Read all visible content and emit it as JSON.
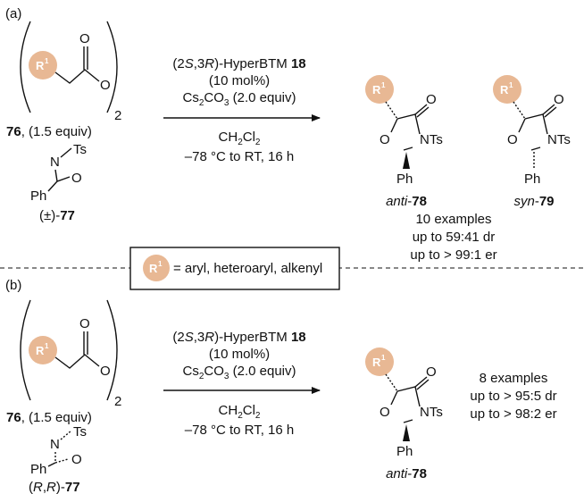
{
  "panel_a": {
    "label": "(a)",
    "anhydride": {
      "r_group": "R",
      "r_sup": "1",
      "oxygen": "O",
      "carbonyl_o": "O",
      "subscript": "2",
      "compound": "76",
      "equiv": ", (1.5 equiv)"
    },
    "oxaziridine": {
      "n": "N",
      "ts": "Ts",
      "o": "O",
      "ph": "Ph",
      "prefix": "(±)-",
      "compound": "77"
    },
    "conditions": {
      "catalyst_a": "(2",
      "catalyst_b": "S",
      "catalyst_c": ",3",
      "catalyst_d": "R",
      "catalyst_e": ")-HyperBTM ",
      "catalyst_num": "18",
      "loading": "(10 mol%)",
      "base_a": "Cs",
      "base_sub1": "2",
      "base_b": "CO",
      "base_sub2": "3",
      "base_c": " (2.0 equiv)",
      "solvent_a": "CH",
      "solvent_sub1": "2",
      "solvent_b": "Cl",
      "solvent_sub2": "2",
      "temp": "–78 °C to RT, 16 h"
    },
    "product_anti": {
      "r_group": "R",
      "r_sup": "1",
      "o_ring": "O",
      "nts": "NTs",
      "carbonyl": "O",
      "ph": "Ph",
      "prefix": "anti",
      "compound": "78"
    },
    "product_syn": {
      "r_group": "R",
      "r_sup": "1",
      "o_ring": "O",
      "nts": "NTs",
      "carbonyl": "O",
      "ph": "Ph",
      "prefix": "syn",
      "compound": "79"
    },
    "results": [
      "10 examples",
      "up to 59:41 dr",
      "up to > 99:1 er"
    ]
  },
  "legend": {
    "r_group": "R",
    "r_sup": "1",
    "text": "= aryl, heteroaryl, alkenyl"
  },
  "panel_b": {
    "label": "(b)",
    "anhydride": {
      "r_group": "R",
      "r_sup": "1",
      "oxygen": "O",
      "carbonyl_o": "O",
      "subscript": "2",
      "compound": "76",
      "equiv": ", (1.5 equiv)"
    },
    "oxaziridine": {
      "n": "N",
      "ts": "Ts",
      "o": "O",
      "ph": "Ph",
      "prefix_a": "(",
      "prefix_b": "R",
      "prefix_c": ",",
      "prefix_d": "R",
      "prefix_e": ")-",
      "compound": "77"
    },
    "conditions": {
      "catalyst_a": "(2",
      "catalyst_b": "S",
      "catalyst_c": ",3",
      "catalyst_d": "R",
      "catalyst_e": ")-HyperBTM ",
      "catalyst_num": "18",
      "loading": "(10 mol%)",
      "base_a": "Cs",
      "base_sub1": "2",
      "base_b": "CO",
      "base_sub2": "3",
      "base_c": " (2.0 equiv)",
      "solvent_a": "CH",
      "solvent_sub1": "2",
      "solvent_b": "Cl",
      "solvent_sub2": "2",
      "temp": "–78 °C to RT, 16 h"
    },
    "product_anti": {
      "r_group": "R",
      "r_sup": "1",
      "o_ring": "O",
      "nts": "NTs",
      "carbonyl": "O",
      "ph": "Ph",
      "prefix": "anti",
      "compound": "78"
    },
    "results": [
      "8 examples",
      "up to > 95:5 dr",
      "up to > 98:2 er"
    ]
  },
  "colors": {
    "r_group_fill": "#e8b894",
    "line": "#111111"
  }
}
